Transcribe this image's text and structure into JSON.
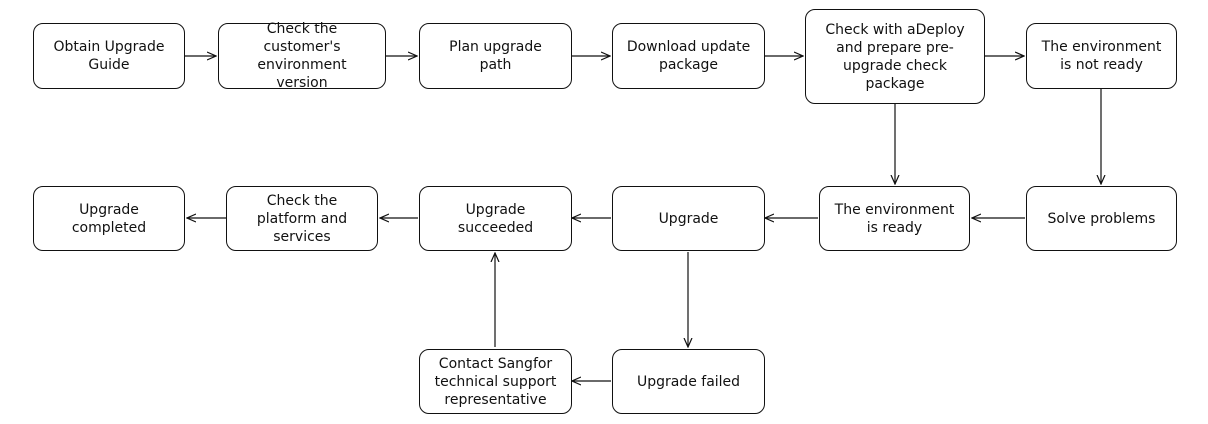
{
  "nodes": {
    "obtain_guide": "Obtain Upgrade\nGuide",
    "check_env_version": "Check the\ncustomer's\nenvironment\nversion",
    "plan_path": "Plan upgrade\npath",
    "download_package": "Download update\npackage",
    "adeploy_check": "Check with aDeploy\nand prepare pre-\nupgrade check\npackage",
    "env_not_ready": "The environment\nis not ready",
    "solve_problems": "Solve problems",
    "env_ready": "The environment\nis ready",
    "upgrade": "Upgrade",
    "upgrade_succeeded": "Upgrade\nsucceeded",
    "check_platform": "Check the\nplatform and\nservices",
    "upgrade_completed": "Upgrade\ncompleted",
    "upgrade_failed": "Upgrade failed",
    "contact_support": "Contact Sangfor\ntechnical support\nrepresentative"
  },
  "colors": {
    "stroke": "#111111",
    "fill": "#ffffff",
    "text": "#111111"
  }
}
